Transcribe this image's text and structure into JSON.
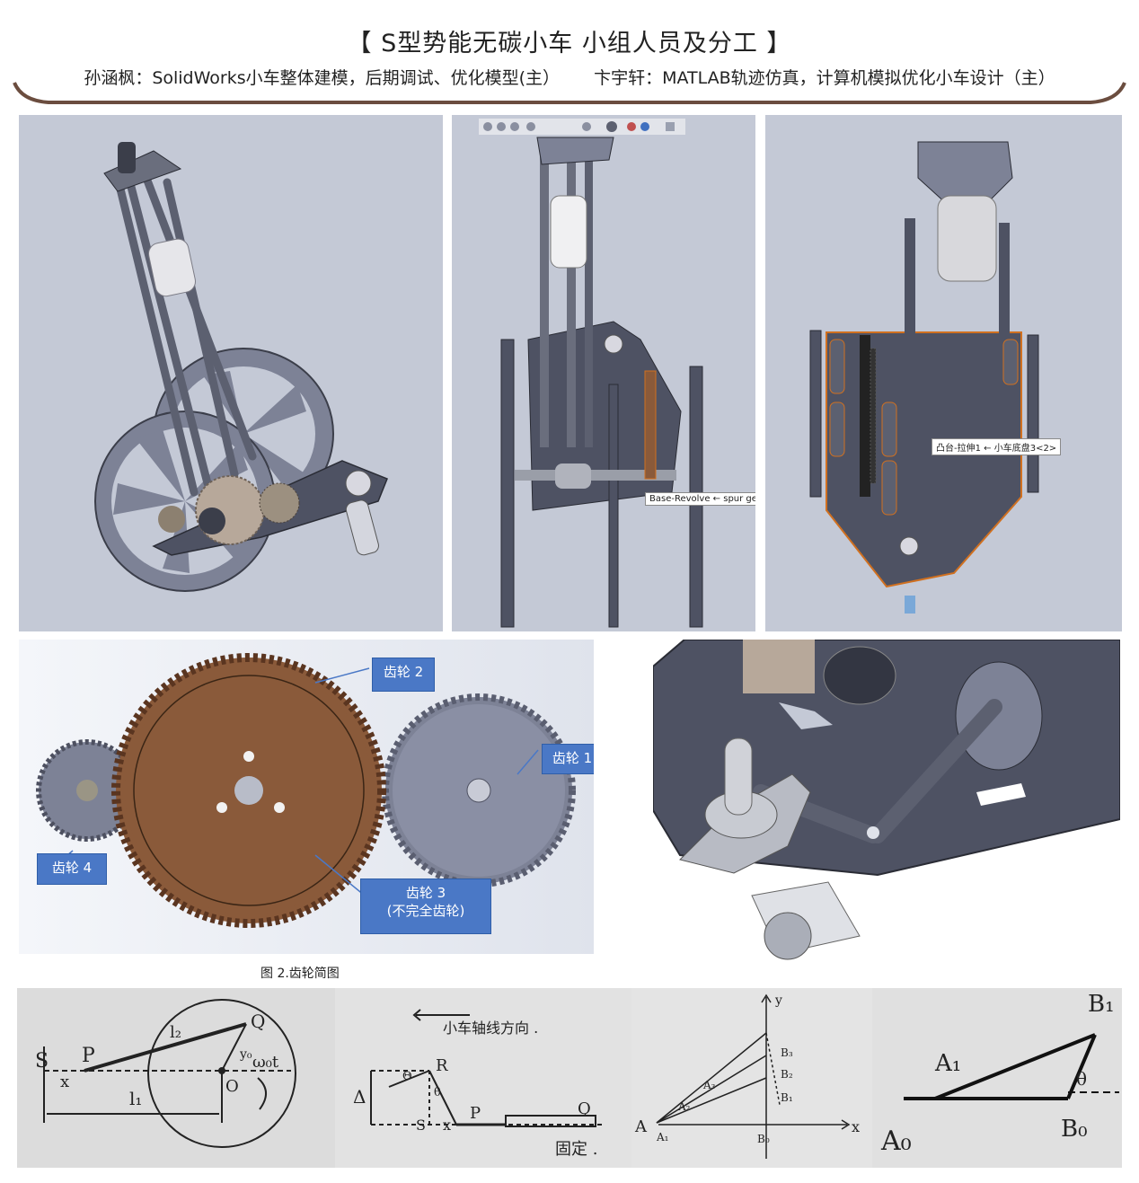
{
  "header": {
    "title": "【 S型势能无碳小车   小组人员及分工 】",
    "member_1": "孙涵枫：SolidWorks小车整体建模，后期调试、优化模型(主）",
    "member_2": "卞宇轩：MATLAB轨迹仿真，计算机模拟优化小车设计（主）"
  },
  "cad_views": {
    "label_front": "Base-Revolve ← spur gea",
    "label_top": "凸台-拉伸1 ← 小车底盘3<2>"
  },
  "gear_diagram": {
    "gear_2": "齿轮 2",
    "gear_1": "齿轮 1",
    "gear_4": "齿轮 4",
    "gear_3_line1": "齿轮 3",
    "gear_3_line2": "(不完全齿轮)",
    "caption": "图 2.齿轮简图"
  },
  "sketches": {
    "sketch_1": {
      "S": "S",
      "P": "P",
      "Q": "Q",
      "O": "O",
      "x": "x",
      "L1": "l₁",
      "L2": "l₂",
      "wt": "ω₀t",
      "y": "y₀"
    },
    "sketch_2": {
      "direction": "小车轴线方向 .",
      "R": "R",
      "P": "P",
      "Q": "Q",
      "delta": "Δ",
      "theta1": "Θ",
      "theta2": "θ",
      "S": "S",
      "x": "x",
      "fixed": "固定 ."
    },
    "sketch_3": {
      "y": "y",
      "x": "x",
      "A": "A",
      "A1": "A₁",
      "A2": "A₂",
      "A3": "A₃",
      "B0": "B₀",
      "B1": "B₁",
      "B2": "B₂",
      "B3": "B₃"
    },
    "sketch_4": {
      "B1": "B₁",
      "A1": "A₁",
      "theta": "θ",
      "A0": "A₀",
      "B0": "B₀"
    }
  },
  "colors": {
    "cad_background": "#c4c9d6",
    "metal": "#5c6070",
    "gear_brown": "#8a5a3a",
    "gear_gray": "#7d8296",
    "callout_blue": "#4a78c6"
  }
}
